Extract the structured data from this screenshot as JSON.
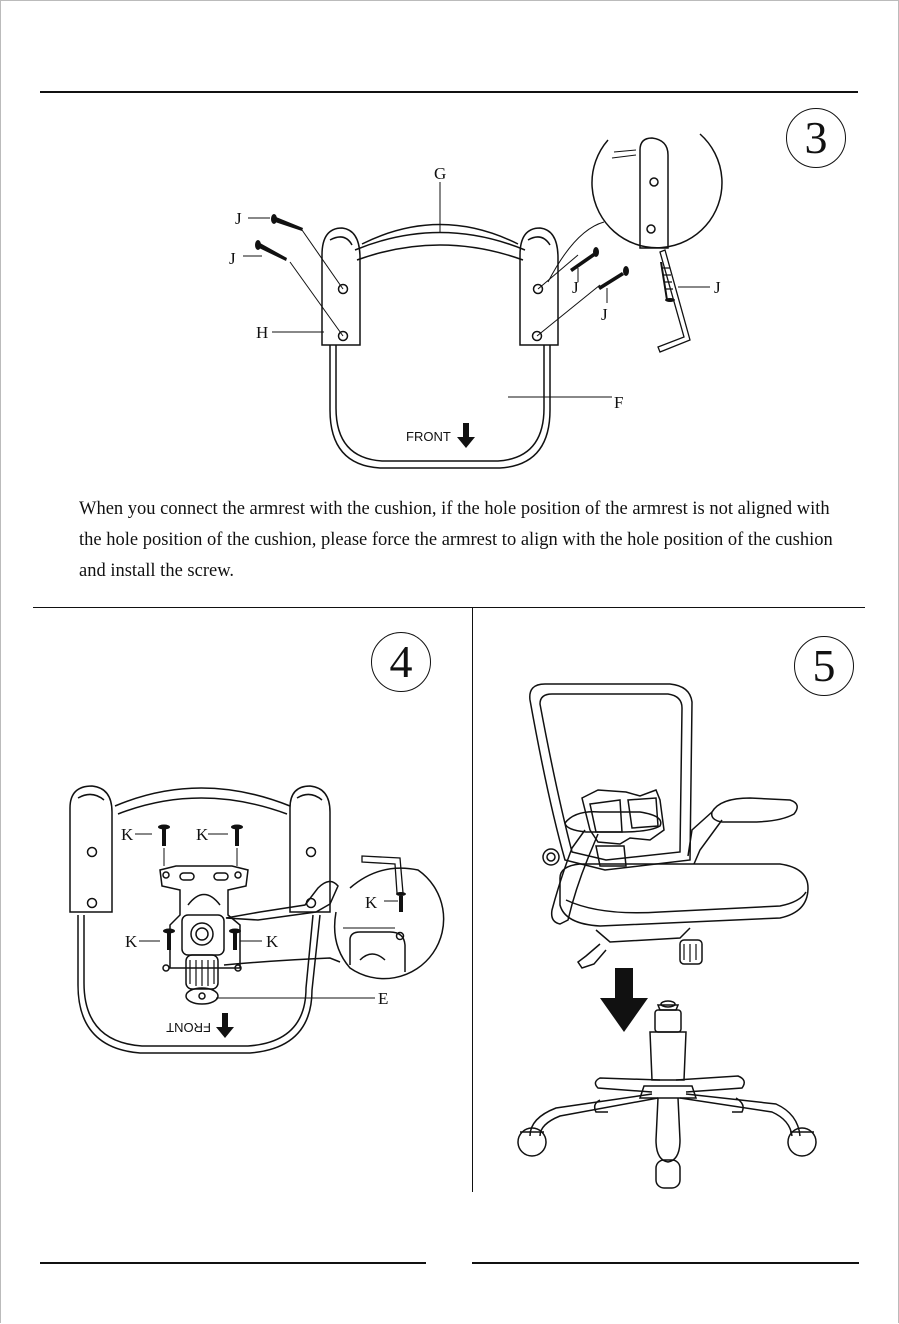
{
  "step3": {
    "number": "3",
    "labels": {
      "g": "G",
      "j1": "J",
      "j2": "J",
      "j3": "J",
      "j4": "J",
      "j5": "J",
      "h": "H",
      "f": "F"
    },
    "front_label": "FRONT"
  },
  "instruction_text": "When you connect the armrest with the cushion, if the hole position of the armrest is not aligned with the hole position of the cushion, please force the armrest to align with the hole position of the cushion and install the screw.",
  "step4": {
    "number": "4",
    "labels": {
      "k1": "K",
      "k2": "K",
      "k3": "K",
      "k4": "K",
      "k5": "K",
      "e": "E"
    },
    "front_label": "FRONT"
  },
  "step5": {
    "number": "5"
  }
}
